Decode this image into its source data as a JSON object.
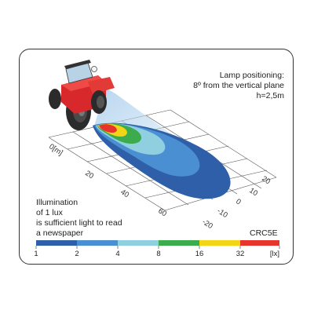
{
  "note": {
    "line1": "Lamp positioning:",
    "line2": "8º from the vertical plane",
    "line3": "h=2,5m"
  },
  "illumination_text": {
    "line1": "Illumination",
    "line2": "of 1 lux",
    "line3": "is sufficient light to read",
    "line4": "a newspaper"
  },
  "model": "CRC5E",
  "axis": {
    "length_label": "0[m]",
    "length_ticks": [
      "20",
      "40",
      "60"
    ],
    "width_ticks": [
      "20",
      "10",
      "0",
      "-10",
      "-20"
    ]
  },
  "legend": {
    "unit": "[lx]",
    "ticks": [
      "1",
      "2",
      "4",
      "8",
      "16",
      "32"
    ],
    "colors": [
      "#2e5fa8",
      "#4a8fd1",
      "#8fcfe0",
      "#3cab4e",
      "#f2d516",
      "#e8352b"
    ]
  }
}
